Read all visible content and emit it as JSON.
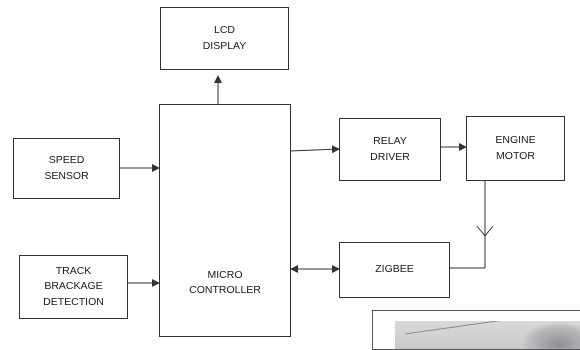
{
  "blocks": {
    "lcd": {
      "line1": "LCD",
      "line2": "DISPLAY"
    },
    "speed": {
      "line1": "SPEED",
      "line2": "SENSOR"
    },
    "track": {
      "line1": "TRACK",
      "line2": "BRACKAGE",
      "line3": "DETECTION"
    },
    "micro": {
      "line1": "MICRO",
      "line2": "CONTROLLER"
    },
    "relay": {
      "line1": "RELAY",
      "line2": "DRIVER"
    },
    "engine": {
      "line1": "ENGINE",
      "line2": "MOTOR"
    },
    "zigbee": {
      "line1": "ZIGBEE"
    }
  },
  "colors": {
    "line": "#333333",
    "border": "#333333"
  }
}
